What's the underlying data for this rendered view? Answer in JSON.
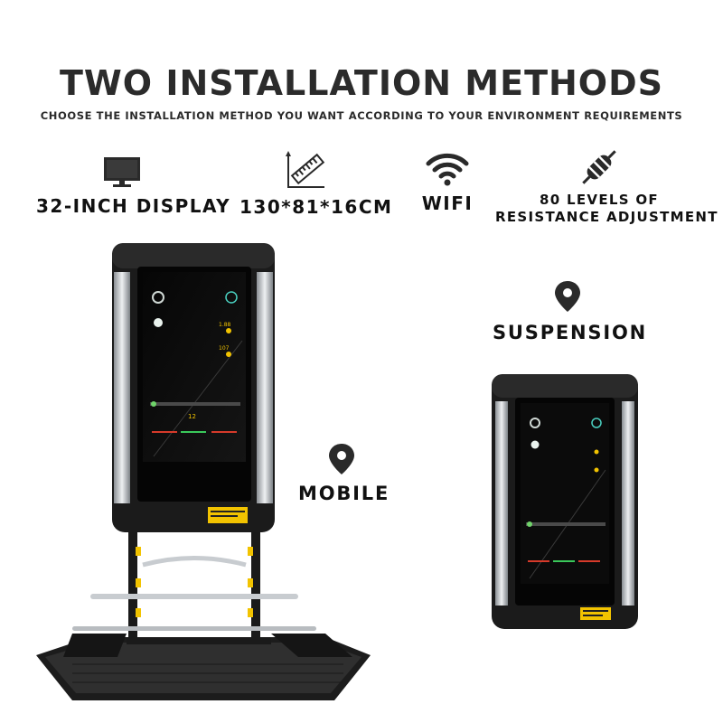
{
  "heading": {
    "title": "TWO INSTALLATION METHODS",
    "subtitle": "CHOOSE THE INSTALLATION METHOD YOU WANT ACCORDING TO YOUR ENVIRONMENT REQUIREMENTS"
  },
  "features": [
    {
      "icon": "monitor-icon",
      "label": "32-INCH DISPLAY"
    },
    {
      "icon": "ruler-icon",
      "label": "130*81*16CM"
    },
    {
      "icon": "wifi-icon",
      "label": "WIFI"
    },
    {
      "icon": "resistance-icon",
      "label_line1": "80 LEVELS OF",
      "label_line2": "RESISTANCE ADJUSTMENT"
    }
  ],
  "methods": {
    "suspension": {
      "icon": "location-pin-icon",
      "label": "SUSPENSION"
    },
    "mobile": {
      "icon": "location-pin-icon",
      "label": "MOBILE"
    }
  },
  "screen": {
    "readout_1": "1.88",
    "readout_2": "107",
    "center_value": "12"
  },
  "colors": {
    "accent_yellow": "#f2c300",
    "frame_dark": "#1b1b1b",
    "chrome": "#c9cdd1"
  }
}
